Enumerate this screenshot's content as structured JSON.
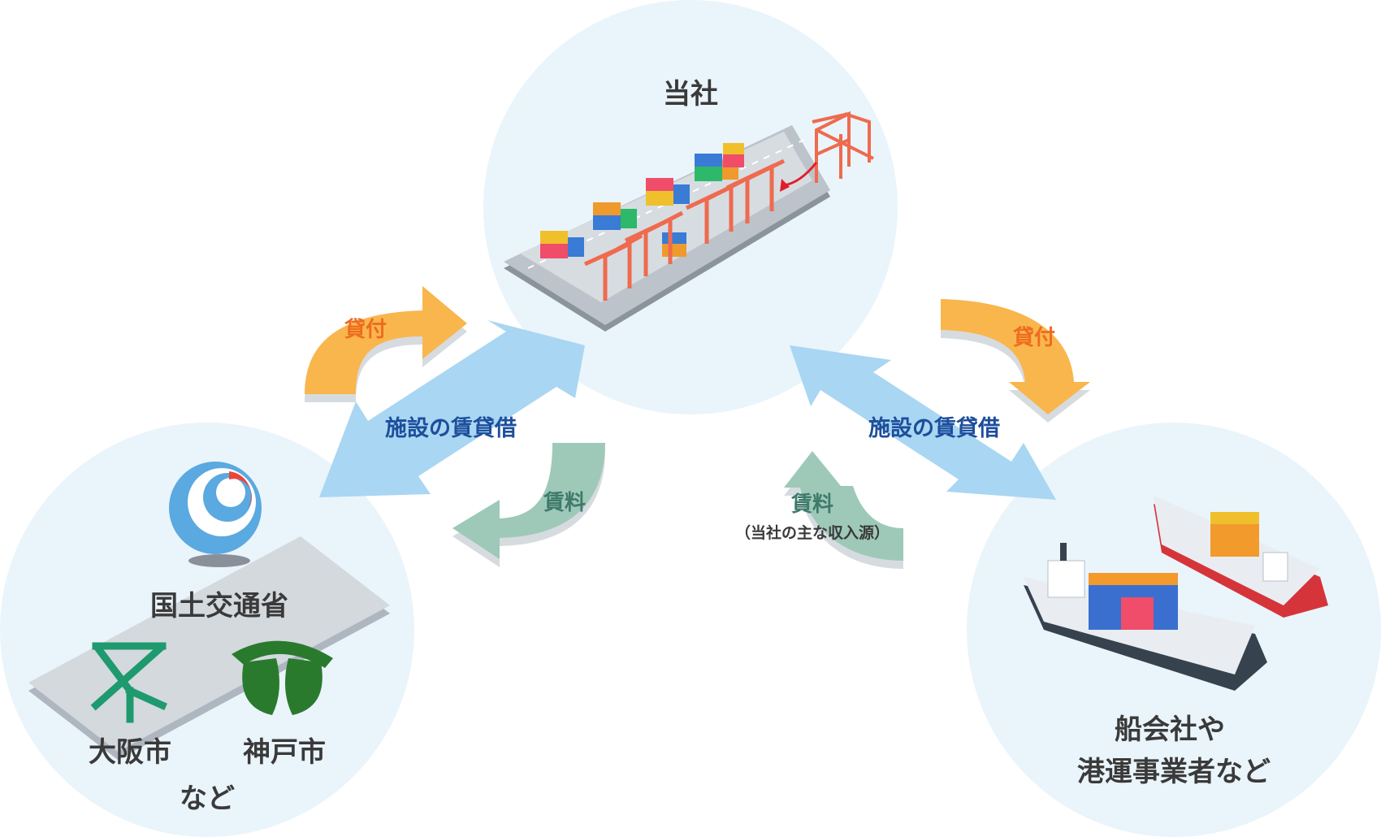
{
  "company": {
    "label": "当社"
  },
  "left_party": {
    "ministry": "国土交通省",
    "city_osaka": "大阪市",
    "city_kobe": "神戸市",
    "suffix": "など"
  },
  "right_party": {
    "line1": "船会社や",
    "line2": "港運事業者など"
  },
  "flows": {
    "lease_left": "貸付",
    "lease_right": "貸付",
    "rental_left": "施設の賃貸借",
    "rental_right": "施設の賃貸借",
    "fee_left": "賃料",
    "fee_right": "賃料",
    "fee_right_note": "（当社の主な収入源）"
  },
  "colors": {
    "circle_fill": "#eaf4fb",
    "orange_arrow": "#f9b64d",
    "blue_arrow": "#a9d6f2",
    "green_arrow": "#9ec9b8",
    "mlit_blue": "#5aa9e0",
    "mlit_red": "#e9453c",
    "osaka_green": "#1e9a6e",
    "kobe_green": "#2a7a2e",
    "crane_red": "#ef6a4e"
  },
  "icons": [
    "container-terminal-icon",
    "gantry-crane-icon",
    "mlit-logo-icon",
    "osaka-emblem-icon",
    "kobe-emblem-icon",
    "container-ship-icon"
  ]
}
